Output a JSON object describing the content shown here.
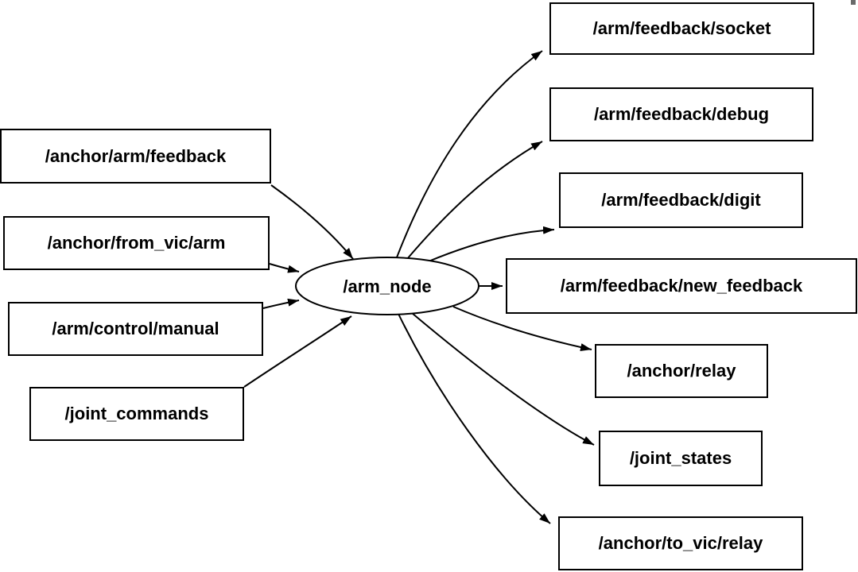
{
  "diagram": {
    "type": "ros-node-graph",
    "node": {
      "label": "/arm_node"
    },
    "inputs": [
      {
        "label": "/anchor/arm/feedback"
      },
      {
        "label": "/anchor/from_vic/arm"
      },
      {
        "label": "/arm/control/manual"
      },
      {
        "label": "/joint_commands"
      }
    ],
    "outputs": [
      {
        "label": "/arm/feedback/socket"
      },
      {
        "label": "/arm/feedback/debug"
      },
      {
        "label": "/arm/feedback/digit"
      },
      {
        "label": "/arm/feedback/new_feedback"
      },
      {
        "label": "/anchor/relay"
      },
      {
        "label": "/joint_states"
      },
      {
        "label": "/anchor/to_vic/relay"
      }
    ],
    "edges": [
      {
        "from": "/anchor/arm/feedback",
        "to": "/arm_node"
      },
      {
        "from": "/anchor/from_vic/arm",
        "to": "/arm_node"
      },
      {
        "from": "/arm/control/manual",
        "to": "/arm_node"
      },
      {
        "from": "/joint_commands",
        "to": "/arm_node"
      },
      {
        "from": "/arm_node",
        "to": "/arm/feedback/socket"
      },
      {
        "from": "/arm_node",
        "to": "/arm/feedback/debug"
      },
      {
        "from": "/arm_node",
        "to": "/arm/feedback/digit"
      },
      {
        "from": "/arm_node",
        "to": "/arm/feedback/new_feedback"
      },
      {
        "from": "/arm_node",
        "to": "/anchor/relay"
      },
      {
        "from": "/arm_node",
        "to": "/joint_states"
      },
      {
        "from": "/arm_node",
        "to": "/anchor/to_vic/relay"
      }
    ],
    "colors": {
      "stroke": "#000000",
      "background": "#ffffff",
      "text": "#000000"
    }
  }
}
